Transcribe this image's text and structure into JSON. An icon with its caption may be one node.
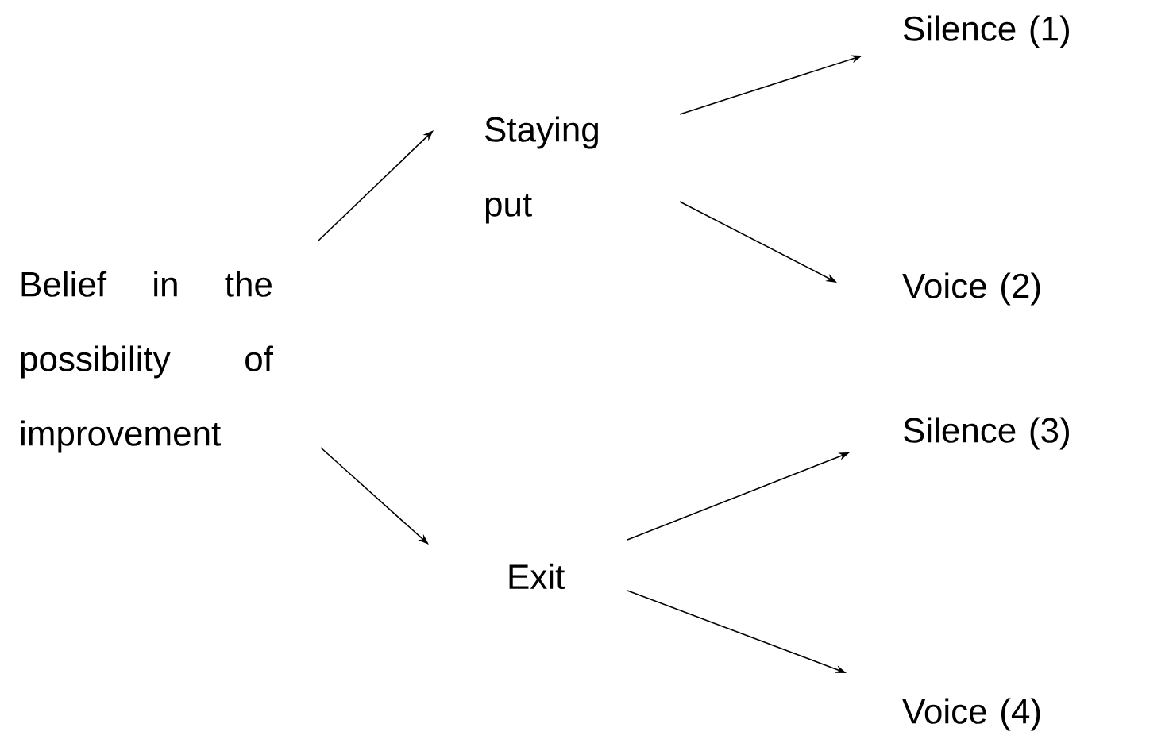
{
  "diagram": {
    "nodes": [
      {
        "text": [
          "Belief in the possibility of improvement"
        ]
      },
      {
        "text": [
          "Staying put"
        ]
      },
      {
        "text": [
          "Exit"
        ]
      },
      {
        "text": [
          "Silence (1)"
        ]
      },
      {
        "text": [
          "Voice (2)"
        ]
      },
      {
        "text": [
          "Silence (3)"
        ]
      },
      {
        "text": [
          "Voice (4)"
        ]
      }
    ],
    "edges": [
      {
        "from": 0,
        "to": 1,
        "arrow": "to"
      },
      {
        "from": 0,
        "to": 2,
        "arrow": "to"
      },
      {
        "from": 1,
        "to": 3,
        "arrow": "to"
      },
      {
        "from": 1,
        "to": 4,
        "arrow": "to"
      },
      {
        "from": 2,
        "to": 5,
        "arrow": "to"
      },
      {
        "from": 2,
        "to": 6,
        "arrow": "to"
      }
    ]
  }
}
